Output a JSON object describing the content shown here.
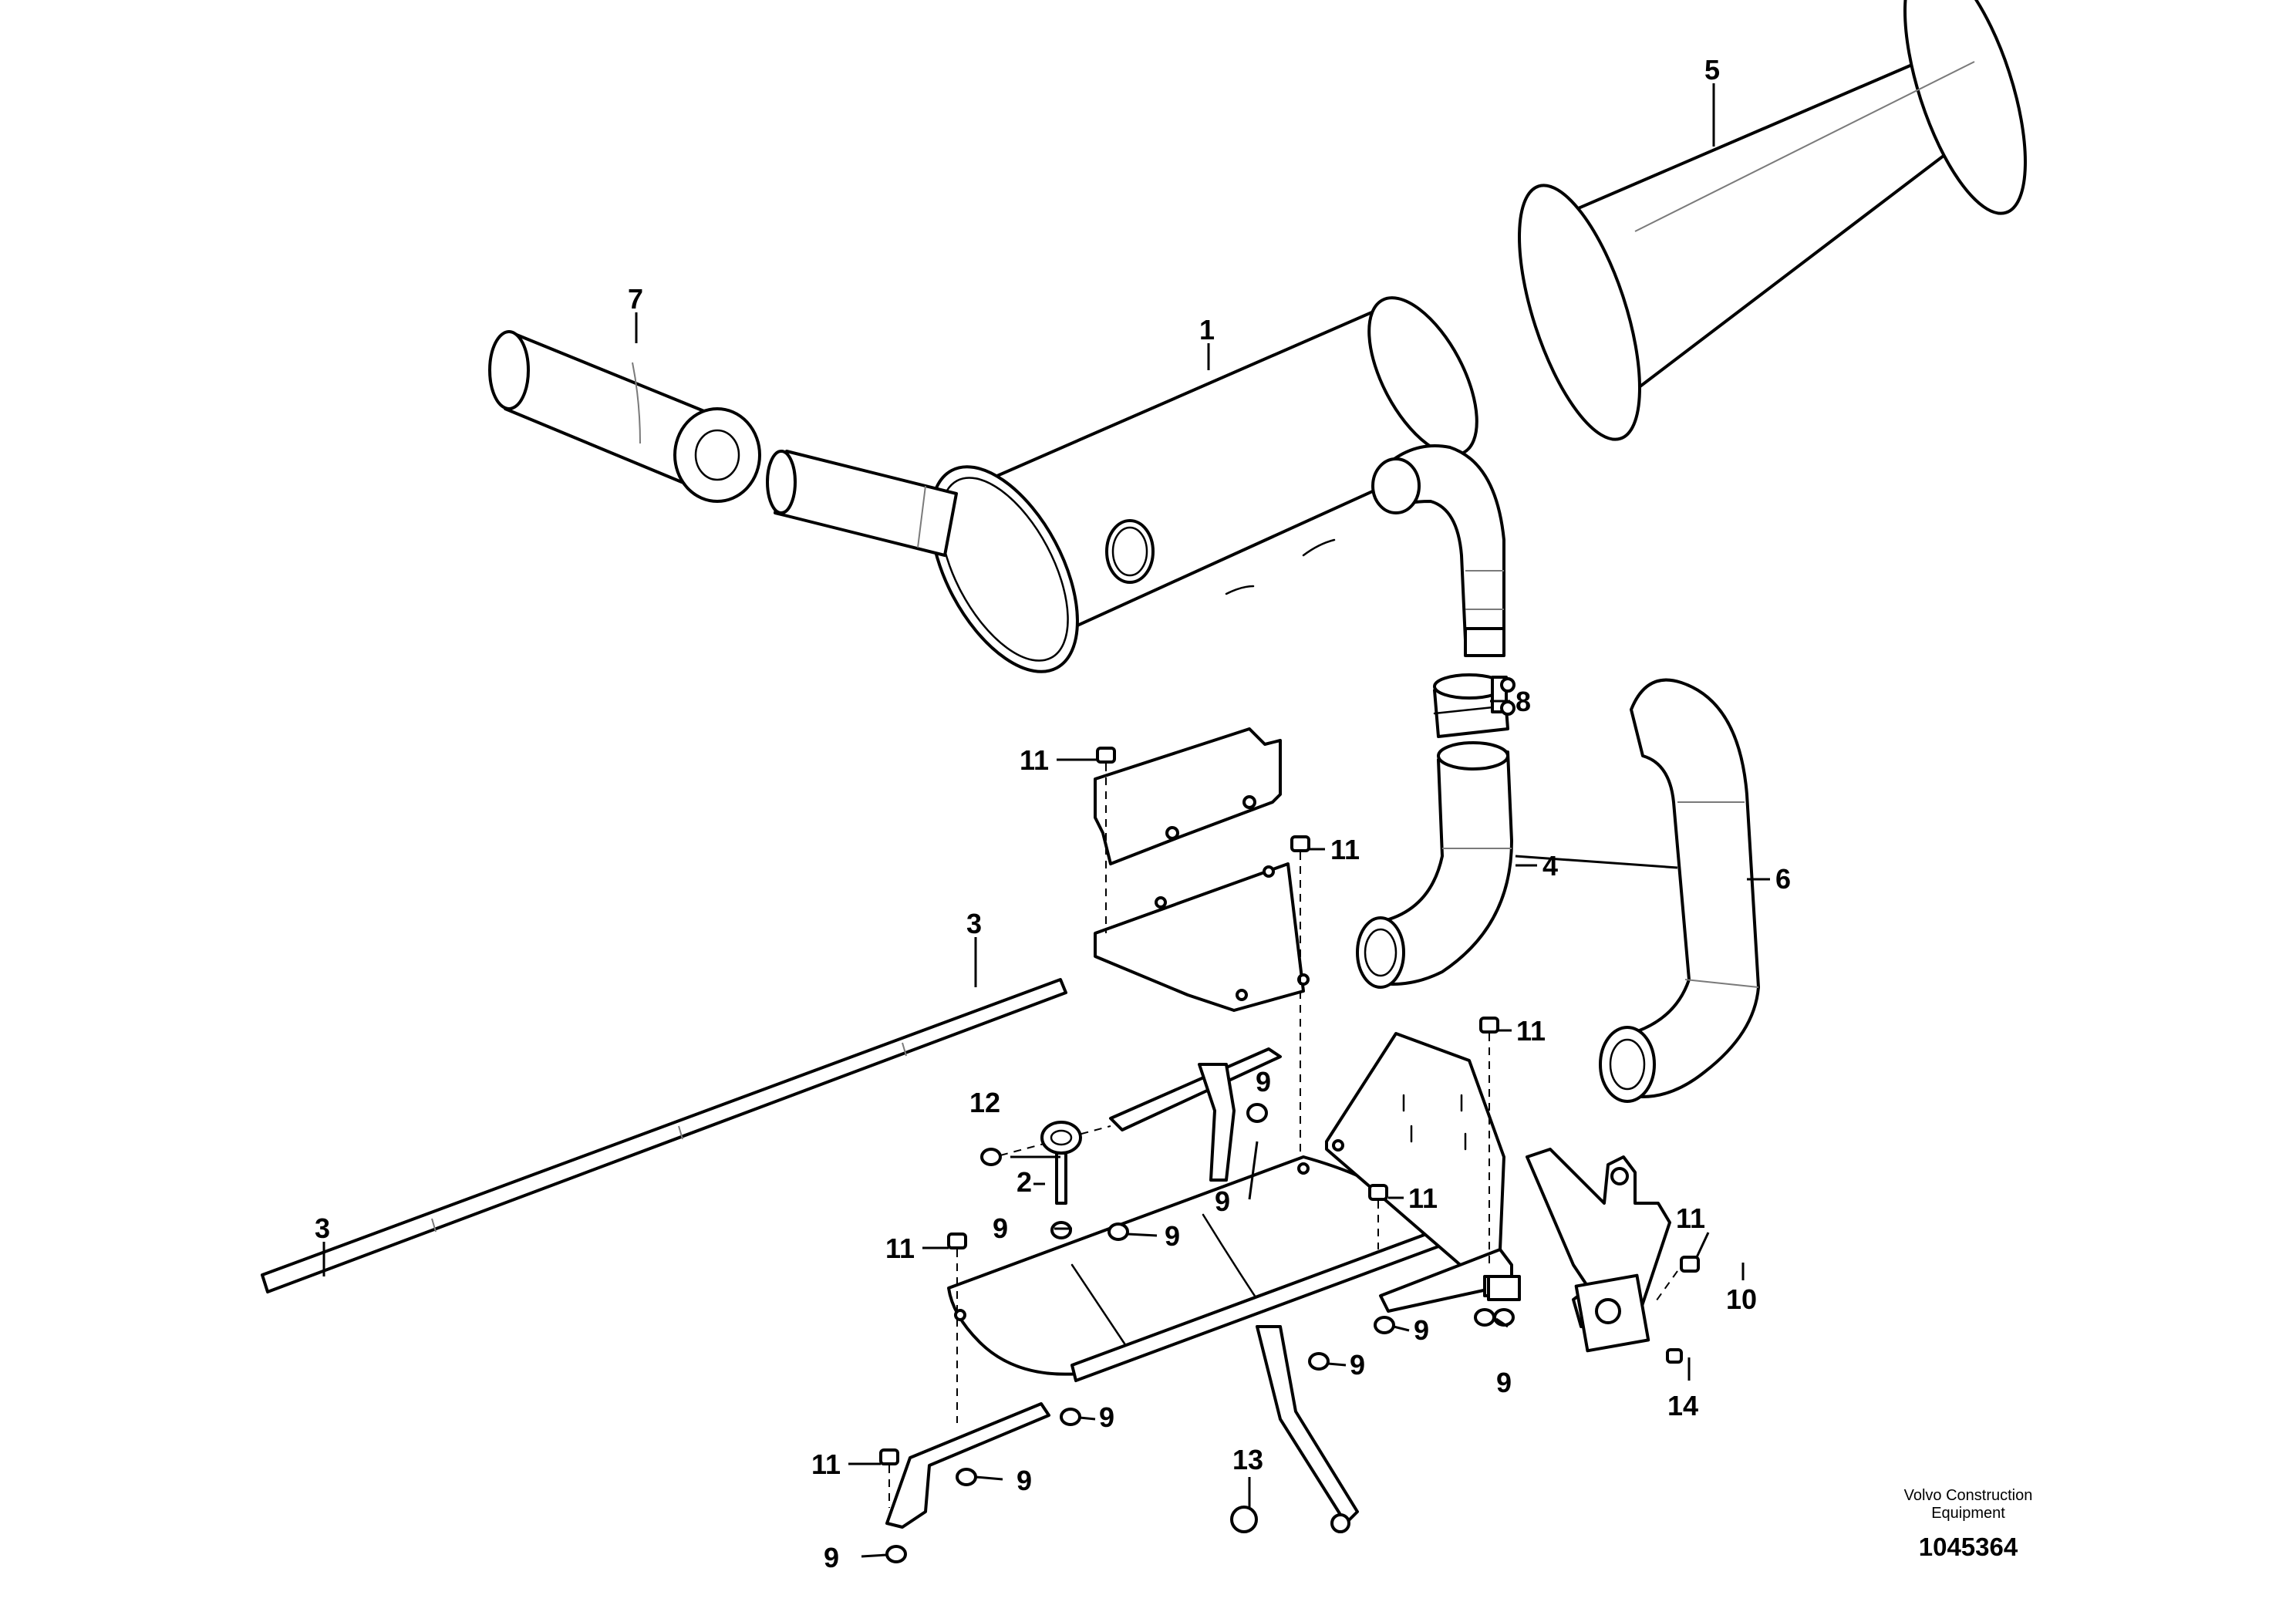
{
  "callouts": [
    {
      "id": "c1",
      "label": "1"
    },
    {
      "id": "c2",
      "label": "2"
    },
    {
      "id": "c3a",
      "label": "3"
    },
    {
      "id": "c3b",
      "label": "3"
    },
    {
      "id": "c4",
      "label": "4"
    },
    {
      "id": "c5",
      "label": "5"
    },
    {
      "id": "c6",
      "label": "6"
    },
    {
      "id": "c7",
      "label": "7"
    },
    {
      "id": "c8",
      "label": "8"
    },
    {
      "id": "c9a",
      "label": "9"
    },
    {
      "id": "c9b",
      "label": "9"
    },
    {
      "id": "c9c",
      "label": "9"
    },
    {
      "id": "c9d",
      "label": "9"
    },
    {
      "id": "c9e",
      "label": "9"
    },
    {
      "id": "c9f",
      "label": "9"
    },
    {
      "id": "c9g",
      "label": "9"
    },
    {
      "id": "c9h",
      "label": "9"
    },
    {
      "id": "c9i",
      "label": "9"
    },
    {
      "id": "c9j",
      "label": "9"
    },
    {
      "id": "c10",
      "label": "10"
    },
    {
      "id": "c11a",
      "label": "11"
    },
    {
      "id": "c11b",
      "label": "11"
    },
    {
      "id": "c11c",
      "label": "11"
    },
    {
      "id": "c11d",
      "label": "11"
    },
    {
      "id": "c11e",
      "label": "11"
    },
    {
      "id": "c11f",
      "label": "11"
    },
    {
      "id": "c11g",
      "label": "11"
    },
    {
      "id": "c12",
      "label": "12"
    },
    {
      "id": "c13",
      "label": "13"
    },
    {
      "id": "c14",
      "label": "14"
    }
  ],
  "footer": {
    "brand_line1": "Volvo Construction",
    "brand_line2": "Equipment",
    "document_number": "1045364"
  }
}
